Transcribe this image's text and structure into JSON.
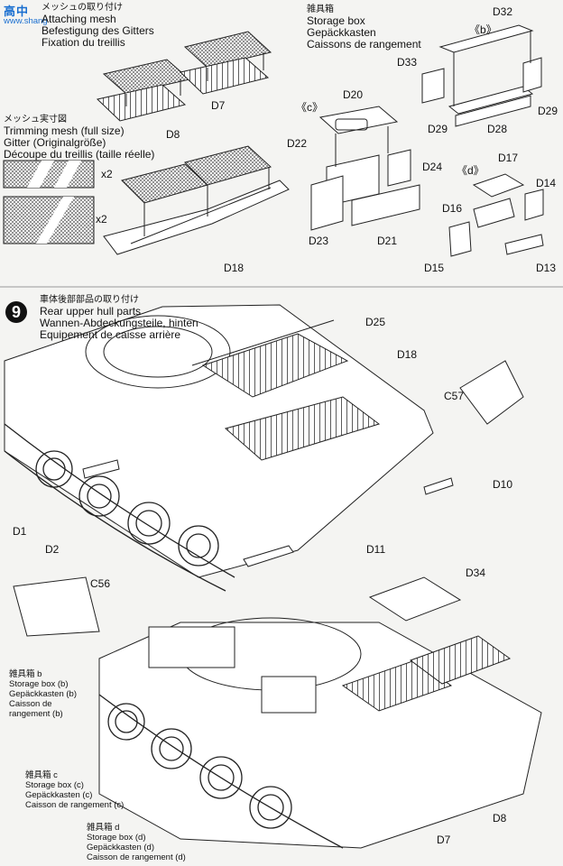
{
  "watermark": {
    "text": "高中",
    "sub": "www.shang"
  },
  "mesh_attach": {
    "jp": "メッシュの取り付け",
    "en": "Attaching mesh",
    "de": "Befestigung des Gitters",
    "fr": "Fixation du treillis"
  },
  "mesh_size": {
    "jp": "メッシュ実寸図",
    "en": "Trimming mesh (full size)",
    "de": "Gitter (Originalgröße)",
    "fr": "Découpe du treillis (taille réelle)",
    "qty1": "x2",
    "qty2": "x2"
  },
  "storage_box": {
    "jp": "雑具箱",
    "en": "Storage box",
    "de": "Gepäckkasten",
    "fr": "Caissons de rangement"
  },
  "variant_labels": {
    "b": "《b》",
    "c": "《c》",
    "d": "《d》"
  },
  "top_parts": [
    "D7",
    "D8",
    "D18",
    "D32",
    "D33",
    "D29",
    "D29",
    "D28",
    "D20",
    "D22",
    "D24",
    "D23",
    "D21",
    "D17",
    "D14",
    "D16",
    "D15",
    "D13"
  ],
  "step9": {
    "number": "9",
    "jp": "車体後部部品の取り付け",
    "en": "Rear upper hull parts",
    "de": "Wannen-Abdeckungsteile, hinten",
    "fr": "Equipement de caisse arrière"
  },
  "step9_parts": [
    "D25",
    "D18",
    "C57",
    "D10",
    "D1",
    "D2",
    "D11",
    "C56"
  ],
  "lower_parts": [
    "D34",
    "D7",
    "D8"
  ],
  "box_b": {
    "jp": "雑具箱 b",
    "en": "Storage box (b)",
    "de": "Gepäckkasten (b)",
    "fr1": "Caisson de",
    "fr2": "rangement (b)"
  },
  "box_c": {
    "jp": "雑具箱 c",
    "en": "Storage box (c)",
    "de": "Gepäckkasten (c)",
    "fr": "Caisson de rangement (c)"
  },
  "box_d": {
    "jp": "雑具箱 d",
    "en": "Storage box (d)",
    "de": "Gepäckkasten (d)",
    "fr": "Caisson de rangement (d)"
  }
}
